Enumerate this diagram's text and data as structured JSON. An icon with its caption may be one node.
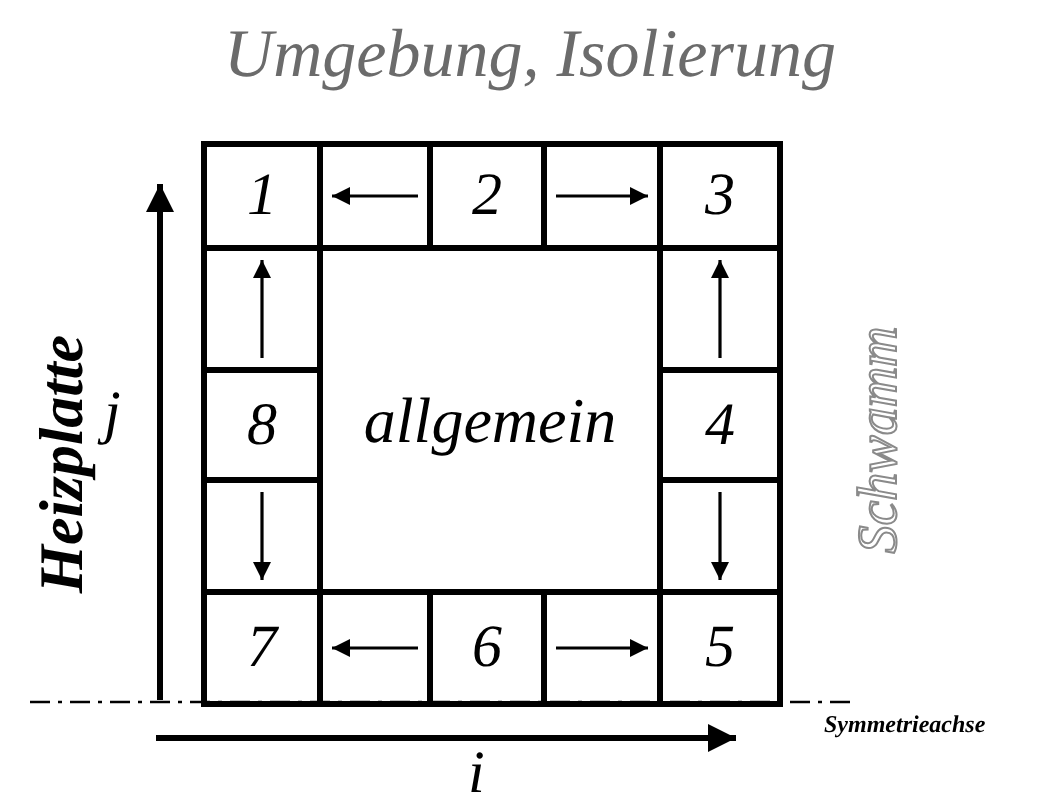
{
  "diagram": {
    "title": "Umgebung, Isolierung",
    "nodes": [
      {
        "text": [
          "1"
        ]
      },
      {
        "text": [
          "2"
        ]
      },
      {
        "text": [
          "3"
        ]
      },
      {
        "text": [
          "4"
        ]
      },
      {
        "text": [
          "5"
        ]
      },
      {
        "text": [
          "6"
        ]
      },
      {
        "text": [
          "7"
        ]
      },
      {
        "text": [
          "8"
        ]
      },
      {
        "text": [
          "allgemein"
        ]
      }
    ],
    "edges": [
      {
        "from": 1,
        "to": 0,
        "arrow": "to"
      },
      {
        "from": 1,
        "to": 2,
        "arrow": "to"
      },
      {
        "from": 7,
        "to": 0,
        "arrow": "to"
      },
      {
        "from": 7,
        "to": 6,
        "arrow": "to"
      },
      {
        "from": 3,
        "to": 2,
        "arrow": "to"
      },
      {
        "from": 3,
        "to": 4,
        "arrow": "to"
      },
      {
        "from": 5,
        "to": 6,
        "arrow": "to"
      },
      {
        "from": 5,
        "to": 4,
        "arrow": "to"
      }
    ],
    "labels": [
      "Heizplatte",
      "j",
      "Schwamm",
      "Symmetrieachse",
      "i"
    ]
  }
}
